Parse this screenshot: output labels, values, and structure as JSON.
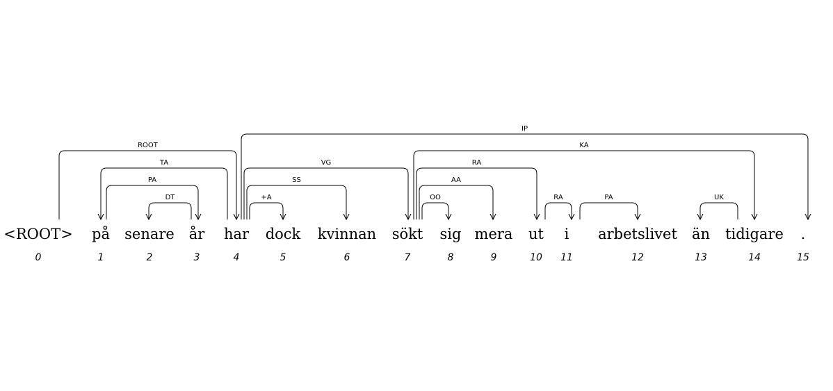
{
  "tokens": [
    {
      "word": "<ROOT>",
      "index": "0"
    },
    {
      "word": "på",
      "index": "1"
    },
    {
      "word": "senare",
      "index": "2"
    },
    {
      "word": "år",
      "index": "3"
    },
    {
      "word": "har",
      "index": "4"
    },
    {
      "word": "dock",
      "index": "5"
    },
    {
      "word": "kvinnan",
      "index": "6"
    },
    {
      "word": "sökt",
      "index": "7"
    },
    {
      "word": "sig",
      "index": "8"
    },
    {
      "word": "mera",
      "index": "9"
    },
    {
      "word": "ut",
      "index": "10"
    },
    {
      "word": "i",
      "index": "11"
    },
    {
      "word": "arbetslivet",
      "index": "12"
    },
    {
      "word": "än",
      "index": "13"
    },
    {
      "word": "tidigare",
      "index": "14"
    },
    {
      "word": ".",
      "index": "15"
    }
  ],
  "arcs": [
    {
      "label": "ROOT",
      "head": 0,
      "dep": 4
    },
    {
      "label": "TA",
      "head": 4,
      "dep": 1
    },
    {
      "label": "PA",
      "head": 1,
      "dep": 3
    },
    {
      "label": "DT",
      "head": 3,
      "dep": 2
    },
    {
      "label": "IP",
      "head": 4,
      "dep": 15
    },
    {
      "label": "VG",
      "head": 4,
      "dep": 7
    },
    {
      "label": "SS",
      "head": 4,
      "dep": 6
    },
    {
      "label": "+A",
      "head": 4,
      "dep": 5
    },
    {
      "label": "KA",
      "head": 7,
      "dep": 14
    },
    {
      "label": "RA",
      "head": 7,
      "dep": 10
    },
    {
      "label": "AA",
      "head": 7,
      "dep": 9
    },
    {
      "label": "OO",
      "head": 7,
      "dep": 8
    },
    {
      "label": "RA",
      "head": 10,
      "dep": 11
    },
    {
      "label": "PA",
      "head": 11,
      "dep": 12
    },
    {
      "label": "UK",
      "head": 14,
      "dep": 13
    }
  ]
}
